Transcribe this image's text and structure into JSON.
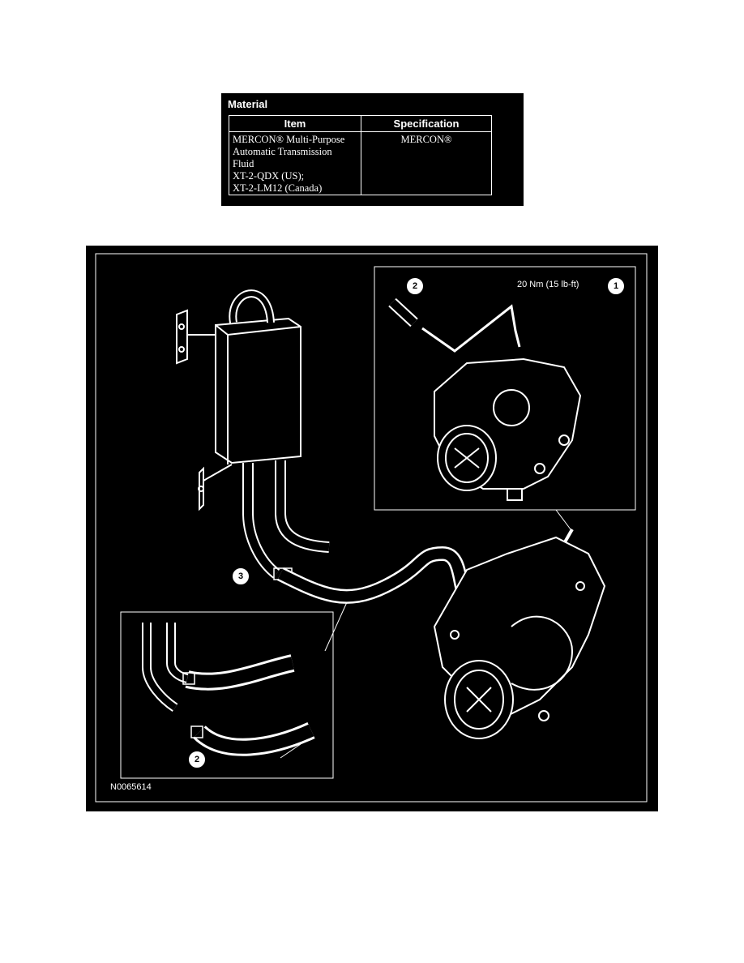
{
  "material": {
    "title": "Material",
    "headers": {
      "item": "Item",
      "specification": "Specification"
    },
    "rows": [
      {
        "item_lines": [
          "MERCON® Multi-Purpose",
          "Automatic Transmission",
          "Fluid",
          "XT-2-QDX (US);",
          "XT-2-LM12 (Canada)"
        ],
        "specification": "MERCON®"
      }
    ]
  },
  "figure": {
    "id": "N0065614",
    "torque": "20 Nm (15 lb-ft)",
    "callouts": {
      "c1": "1",
      "c2_top": "2",
      "c2_bottom": "2",
      "c3": "3"
    }
  }
}
